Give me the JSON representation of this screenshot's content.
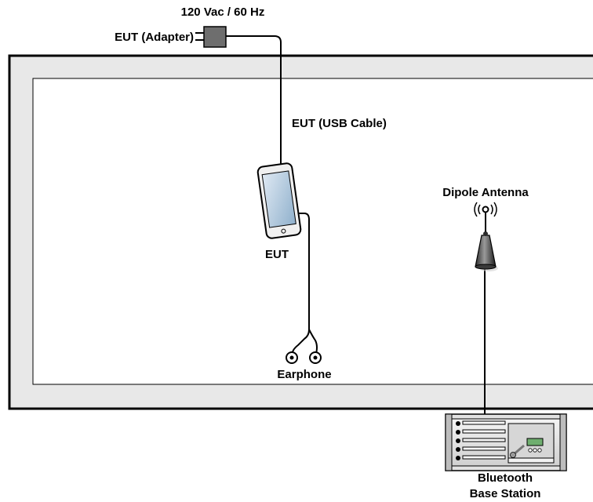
{
  "labels": {
    "power_supply": "120 Vac / 60 Hz",
    "adapter": "EUT (Adapter)",
    "usb_cable": "EUT (USB Cable)",
    "eut": "EUT",
    "earphone": "Earphone",
    "dipole_antenna": "Dipole Antenna",
    "base_station_line1": "Bluetooth",
    "base_station_line2": "Base Station"
  },
  "colors": {
    "chamber_fill": "#e8e8e8",
    "outline": "#000000",
    "adapter_fill": "#6e6e6e",
    "tablet_screen": "#a9c4dc"
  }
}
